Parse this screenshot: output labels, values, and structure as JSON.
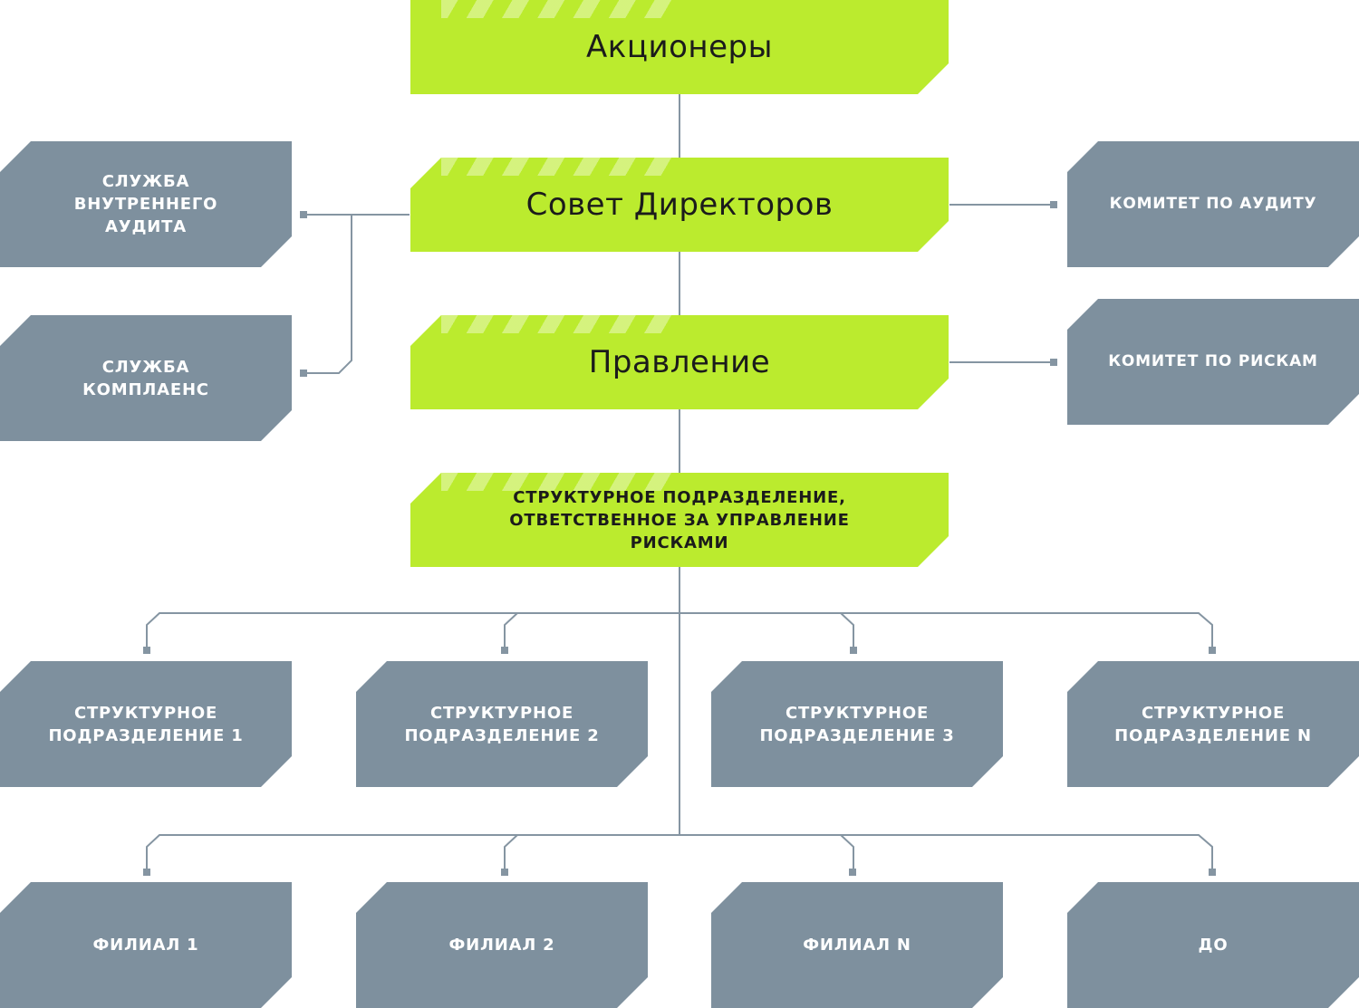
{
  "top": {
    "shareholders": "Акционеры",
    "board": "Совет Директоров",
    "management": "Правление",
    "risk_unit": "Структурное подразделение, ответственное за управление рисками"
  },
  "left": {
    "internal_audit": "Служба внутреннего аудита",
    "compliance": "Служба комплаенс"
  },
  "right": {
    "audit_committee": "Комитет по аудиту",
    "risk_committee": "Комитет по рискам"
  },
  "divisions": [
    "Структурное подразделение 1",
    "Структурное подразделение 2",
    "Структурное подразделение 3",
    "Структурное подразделение N"
  ],
  "branches": [
    "Филиал 1",
    "Филиал 2",
    "Филиал N",
    "ДО"
  ],
  "colors": {
    "accent_green": "#bbeb2e",
    "box_grey": "#7e909e",
    "line_grey": "#8595a2"
  }
}
